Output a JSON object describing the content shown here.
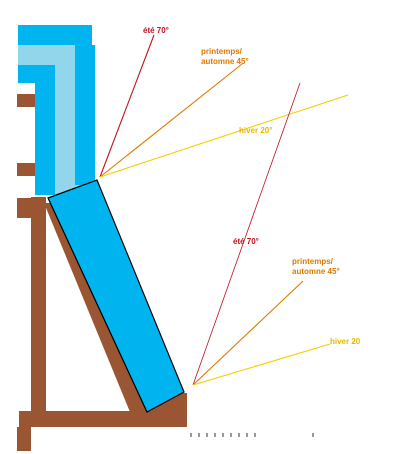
{
  "colors": {
    "wood": "#9a5532",
    "window_blue": "#00b4ef",
    "window_light": "#92d6ec",
    "panel_outline": "#000000",
    "ray_summer": "#c0101e",
    "ray_spring": "#e07800",
    "ray_winter": "#f2d000",
    "text_summer": "#c0101e",
    "text_spring": "#e07800",
    "text_winter": "#e8b800"
  },
  "labels": {
    "top": {
      "summer": "été 70°",
      "spring_line1": "printemps/",
      "spring_line2": "automne 45°",
      "winter": "hiver 20°"
    },
    "bottom": {
      "summer": "été 70°",
      "spring_line1": "printemps/",
      "spring_line2": "automne 45°",
      "winter": "hiver 20"
    }
  },
  "angles_deg": {
    "summer": 70,
    "spring_autumn": 45,
    "winter": 20
  }
}
